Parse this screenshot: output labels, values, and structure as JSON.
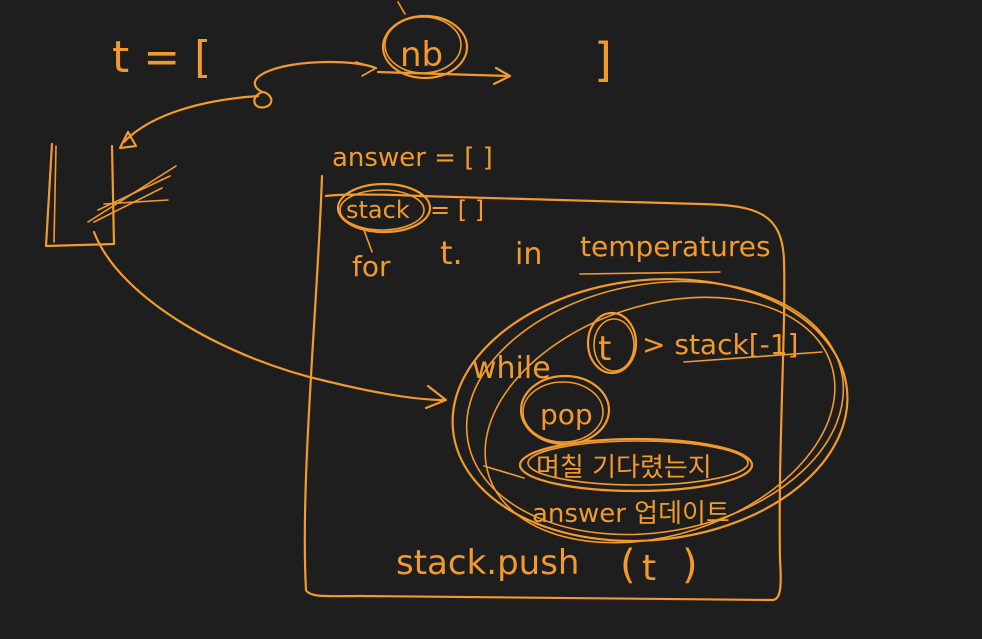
{
  "ink_color": "#f29a2e",
  "background_color": "#1e1e1e",
  "top": {
    "t_assign": "t = [",
    "t_close": "]",
    "circled_value": "nb"
  },
  "code": {
    "answer_line": "answer = [  ]",
    "stack_word": "stack",
    "stack_rest": "= [   ]",
    "for_word": "for",
    "for_var": "t.",
    "for_in": "in",
    "for_iter": "temperatures",
    "while_word": "while",
    "while_t": "t",
    "while_cond": "> stack[-1]",
    "pop": "pop",
    "korean_wait": "며칠 기다렸는지",
    "answer_update": "answer 업데이트",
    "push_call": "stack.push",
    "push_arg": "t"
  }
}
